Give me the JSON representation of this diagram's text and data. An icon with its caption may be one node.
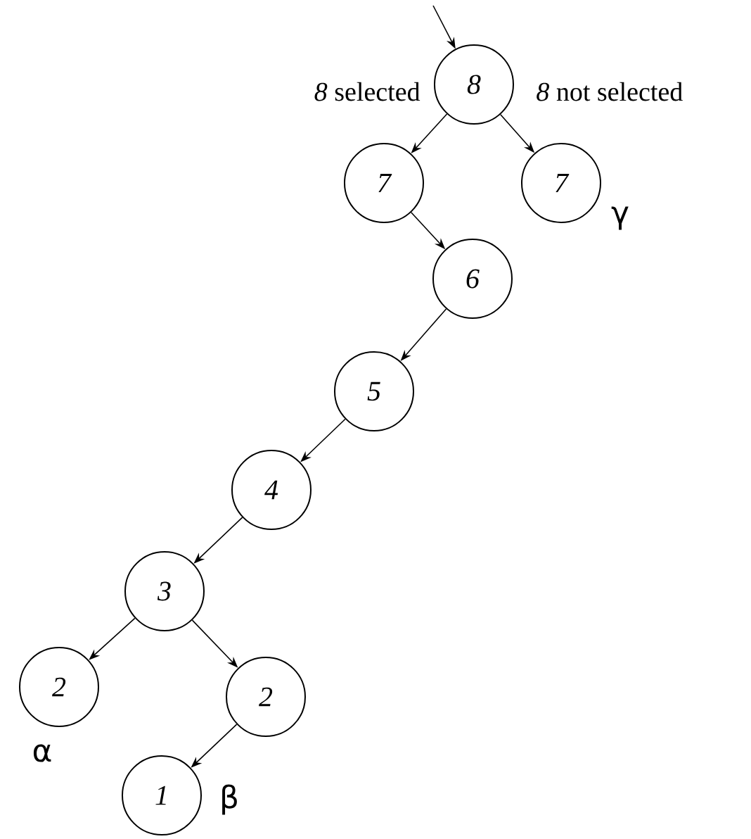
{
  "diagram": {
    "nodes": [
      {
        "text": [
          "8"
        ]
      },
      {
        "text": [
          "7"
        ]
      },
      {
        "text": [
          "7"
        ],
        "beside": [
          "γ"
        ]
      },
      {
        "text": [
          "6"
        ]
      },
      {
        "text": [
          "5"
        ]
      },
      {
        "text": [
          "4"
        ]
      },
      {
        "text": [
          "3"
        ]
      },
      {
        "text": [
          "2"
        ],
        "beside": [
          "α"
        ]
      },
      {
        "text": [
          "2"
        ]
      },
      {
        "text": [
          "1"
        ],
        "beside": [
          "β"
        ]
      }
    ],
    "edges": [
      {
        "from": null,
        "to": 0,
        "arrow": "to"
      },
      {
        "from": 0,
        "to": 1,
        "arrow": "to",
        "label": "*8* selected"
      },
      {
        "from": 0,
        "to": 2,
        "arrow": "to",
        "label": "*8* not selected"
      },
      {
        "from": 1,
        "to": 3,
        "arrow": "to"
      },
      {
        "from": 3,
        "to": 4,
        "arrow": "to"
      },
      {
        "from": 4,
        "to": 5,
        "arrow": "to"
      },
      {
        "from": 5,
        "to": 6,
        "arrow": "to"
      },
      {
        "from": 6,
        "to": 7,
        "arrow": "to"
      },
      {
        "from": 6,
        "to": 8,
        "arrow": "to"
      },
      {
        "from": 8,
        "to": 9,
        "arrow": "to"
      }
    ]
  }
}
